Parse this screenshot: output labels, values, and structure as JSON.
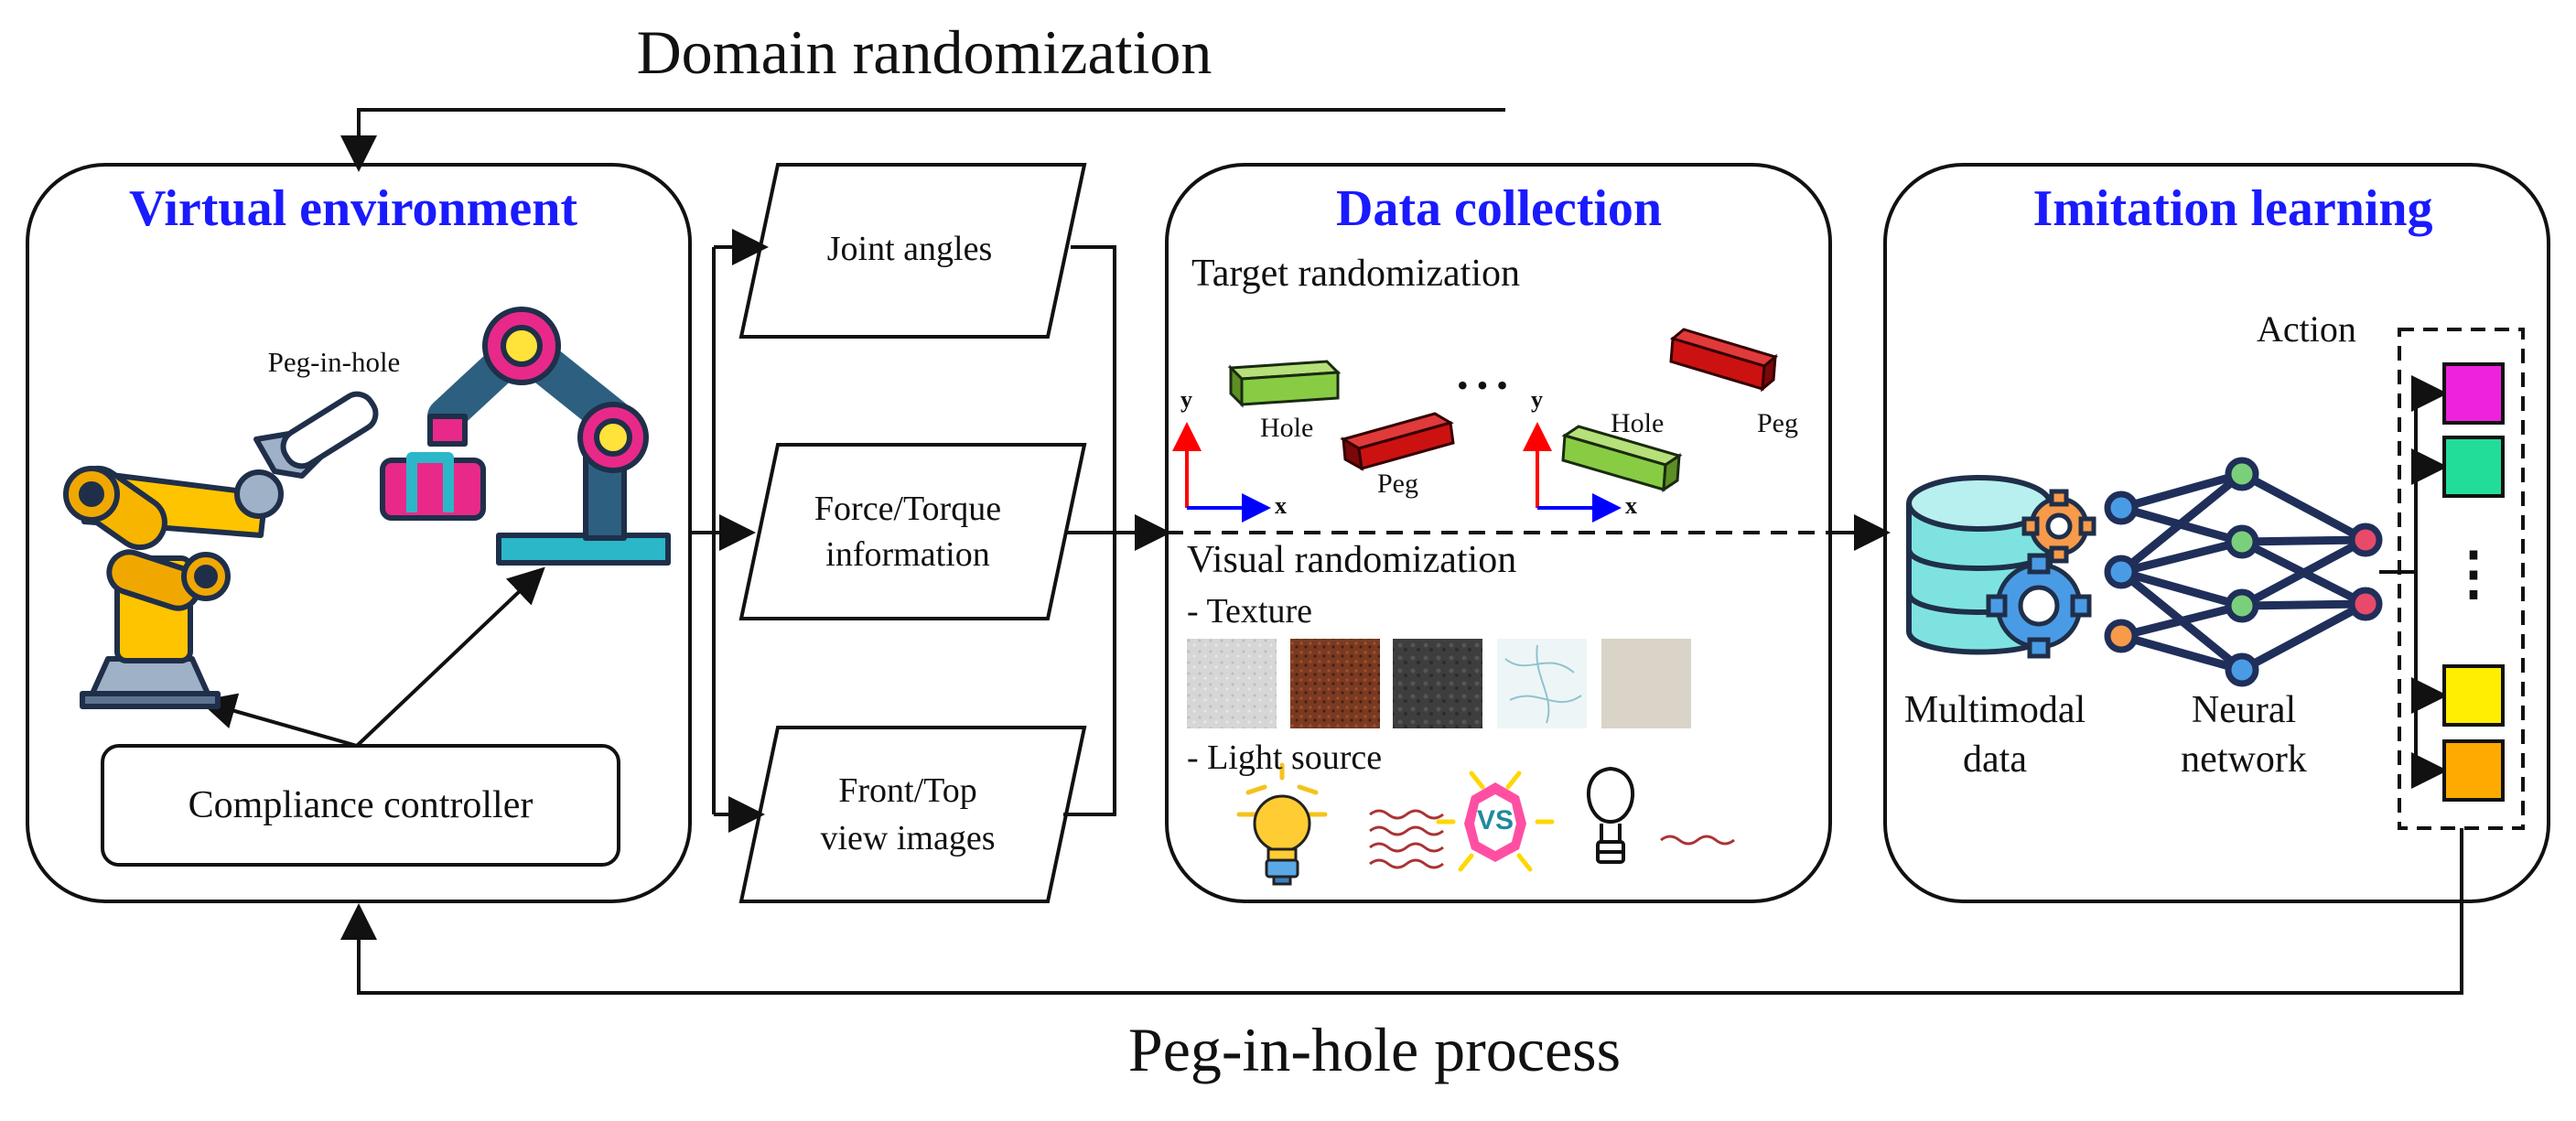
{
  "top_label": "Domain randomization",
  "bottom_label": "Peg-in-hole process",
  "virtual_env": {
    "title": "Virtual environment",
    "peg_label": "Peg-in-hole",
    "controller": "Compliance controller"
  },
  "inputs": {
    "joint": "Joint angles",
    "force_line1": "Force/Torque",
    "force_line2": "information",
    "images_line1": "Front/Top",
    "images_line2": "view images"
  },
  "data_collection": {
    "title": "Data collection",
    "target_heading": "Target randomization",
    "hole": "Hole",
    "peg": "Peg",
    "axis_x": "x",
    "axis_y": "y",
    "ellipsis": "• • •",
    "visual_heading": "Visual randomization",
    "texture": "- Texture",
    "light": "- Light source",
    "vs": "VS"
  },
  "imitation": {
    "title": "Imitation learning",
    "action": "Action",
    "multimodal_line1": "Multimodal",
    "multimodal_line2": "data",
    "neural_line1": "Neural",
    "neural_line2": "network",
    "action_dots": "⋮"
  },
  "colors": {
    "title_blue": "#1a1aff",
    "action_magenta": "#ee22dd",
    "action_green": "#22dd99",
    "action_yellow": "#ffee00",
    "action_orange": "#ffaa00",
    "hole_green": "#88cc44",
    "peg_red": "#cc1111",
    "axis_red": "#ff0000",
    "axis_blue": "#0000ff"
  }
}
